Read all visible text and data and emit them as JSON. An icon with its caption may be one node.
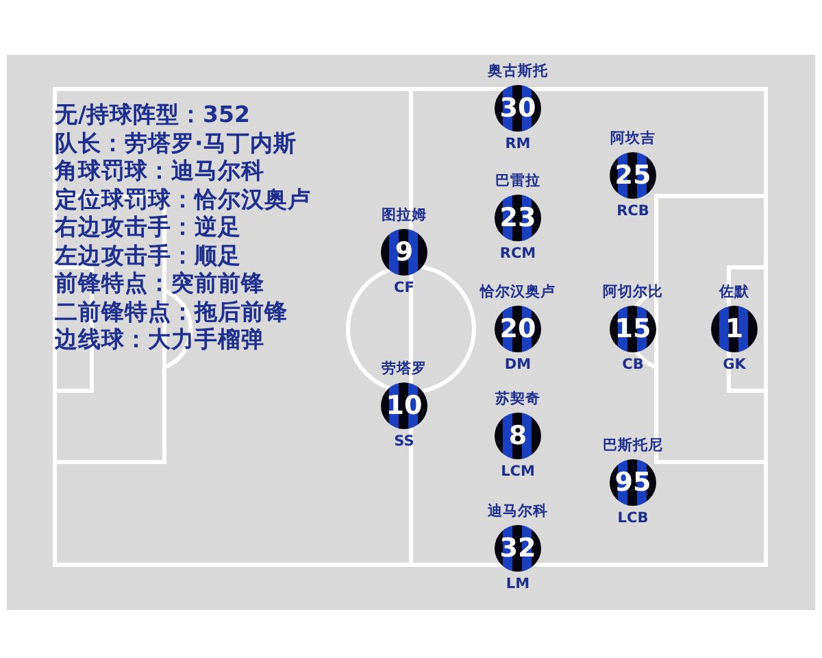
{
  "diagram": {
    "nodes": [
      {
        "text": [
          "30"
        ],
        "beside": [
          "奥古斯托",
          "RM"
        ]
      },
      {
        "text": [
          "25"
        ],
        "beside": [
          "阿坎吉",
          "RCB"
        ]
      },
      {
        "text": [
          "23"
        ],
        "beside": [
          "巴雷拉",
          "RCM"
        ]
      },
      {
        "text": [
          "9"
        ],
        "beside": [
          "图拉姆",
          "CF"
        ]
      },
      {
        "text": [
          "20"
        ],
        "beside": [
          "恰尔汉奥卢",
          "DM"
        ]
      },
      {
        "text": [
          "15"
        ],
        "beside": [
          "阿切尔比",
          "CB"
        ]
      },
      {
        "text": [
          "1"
        ],
        "beside": [
          "佐默",
          "GK"
        ]
      },
      {
        "text": [
          "10"
        ],
        "beside": [
          "劳塔罗",
          "SS"
        ]
      },
      {
        "text": [
          "8"
        ],
        "beside": [
          "苏契奇",
          "LCM"
        ]
      },
      {
        "text": [
          "95"
        ],
        "beside": [
          "巴斯托尼",
          "LCB"
        ]
      },
      {
        "text": [
          "32"
        ],
        "beside": [
          "迪马尔科",
          "LM"
        ]
      }
    ],
    "labels": [
      "无/持球阵型：352",
      "队长：劳塔罗·马丁内斯",
      "角球罚球：迪马尔科",
      "定位球罚球：恰尔汉奥卢",
      "右边攻击手：逆足",
      "左边攻击手：顺足",
      "前锋特点：突前前锋",
      "二前锋特点：拖后前锋",
      "边线球：大力手榴弹"
    ]
  }
}
